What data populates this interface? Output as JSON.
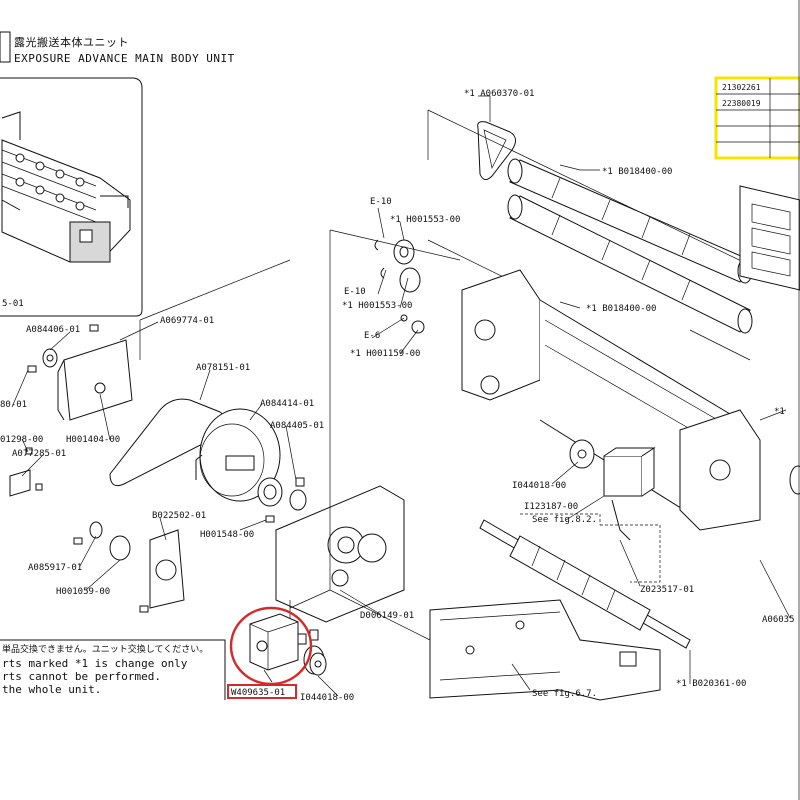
{
  "header": {
    "title_jp": "露光搬送本体ユニット",
    "title_en": "EXPOSURE ADVANCE MAIN BODY UNIT"
  },
  "inset": {
    "part_label": "5-01"
  },
  "table": {
    "rows": [
      "21302261",
      "22380019",
      "",
      "",
      ""
    ],
    "highlight_color": "#f5e600"
  },
  "note": {
    "jp": "単品交換できません。ユニット交換してください。",
    "line1": "rts marked *1 is change only",
    "line2": "rts cannot be performed.",
    "line3": " the whole unit."
  },
  "highlight": {
    "part_number": "W409635-01",
    "color": "#d42a2a"
  },
  "labels": {
    "a060370": "*1 A060370-01",
    "b018400_top": "*1 B018400-00",
    "b018400_mid": "*1 B018400-00",
    "e10_top": "E-10",
    "h001553_top": "*1 H001553-00",
    "e10_mid": "E-10",
    "h001553_mid": "*1 H001553-00",
    "e6": "E-6",
    "h001159": "*1 H001159-00",
    "a084406": "A084406-01",
    "a069774": "A069774-01",
    "x80": "80-01",
    "a078151": "A078151-01",
    "h001404": "H001404-00",
    "x01298": "01298-00",
    "a077285": "A077285-01",
    "a084414": "A084414-01",
    "a084405": "A084405-01",
    "h001548": "H001548-00",
    "b022502": "B022502-01",
    "a085917": "A085917-01",
    "h001059": "H001059-00",
    "d006149": "D006149-01",
    "i044018_bottom": "I044018-00",
    "i044018_right": "I044018-00",
    "i123187": "I123187-00",
    "see_82": "See fig.8.2.",
    "z023517": "Z023517-01",
    "a06035": "A06035",
    "see_67": "See fig.6.7.",
    "b020361": "*1 B020361-00"
  }
}
